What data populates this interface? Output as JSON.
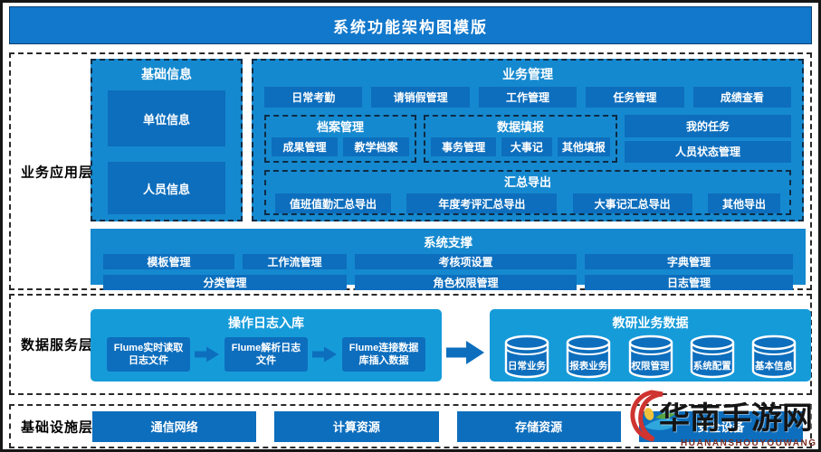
{
  "header": {
    "title": "系统功能架构图模版"
  },
  "app": {
    "label": "业务应用层",
    "basic_info": {
      "title": "基础信息",
      "items": [
        "单位信息",
        "人员信息"
      ]
    },
    "business": {
      "title": "业务管理",
      "row1": [
        "日常考勤",
        "请销假管理",
        "工作管理",
        "任务管理",
        "成绩查看"
      ],
      "archive": {
        "title": "档案管理",
        "items": [
          "成果管理",
          "教学档案"
        ]
      },
      "fill": {
        "title": "数据填报",
        "items": [
          "事务管理",
          "大事记",
          "其他填报"
        ]
      },
      "stack": [
        "我的任务",
        "人员状态管理"
      ],
      "export": {
        "title": "汇总导出",
        "items": [
          "值班值勤汇总导出",
          "年度考评汇总导出",
          "大事记汇总导出",
          "其他导出"
        ]
      }
    },
    "support": {
      "title": "系统支撑",
      "row1": [
        "模板管理",
        "工作流管理",
        "考核项设置",
        "字典管理"
      ],
      "row2": [
        "分类管理",
        "角色权限管理",
        "日志管理"
      ]
    }
  },
  "data_service": {
    "label": "数据服务层",
    "log_flow": {
      "title": "操作日志入库",
      "steps": [
        "Flume实时读取日志文件",
        "Flume解析日志文件",
        "Flume连接数据库插入数据"
      ]
    },
    "biz": {
      "title": "教研业务数据",
      "databases": [
        "日常业务",
        "报表业务",
        "权限管理",
        "系统配置",
        "基本信息"
      ]
    }
  },
  "infra": {
    "label": "基础设施层",
    "items": [
      "通信网络",
      "计算资源",
      "存储资源",
      "安全设备"
    ]
  },
  "watermark": {
    "text": "华南手游网",
    "subtext": "HUANANSHOUYOUWANG"
  },
  "colors": {
    "header_blue": "#1278cb",
    "panel_blue": "#1589cf",
    "flow_blue": "#169bd9",
    "item_blue": "#0d6ebd",
    "watermark_red": "#7c2d21"
  }
}
